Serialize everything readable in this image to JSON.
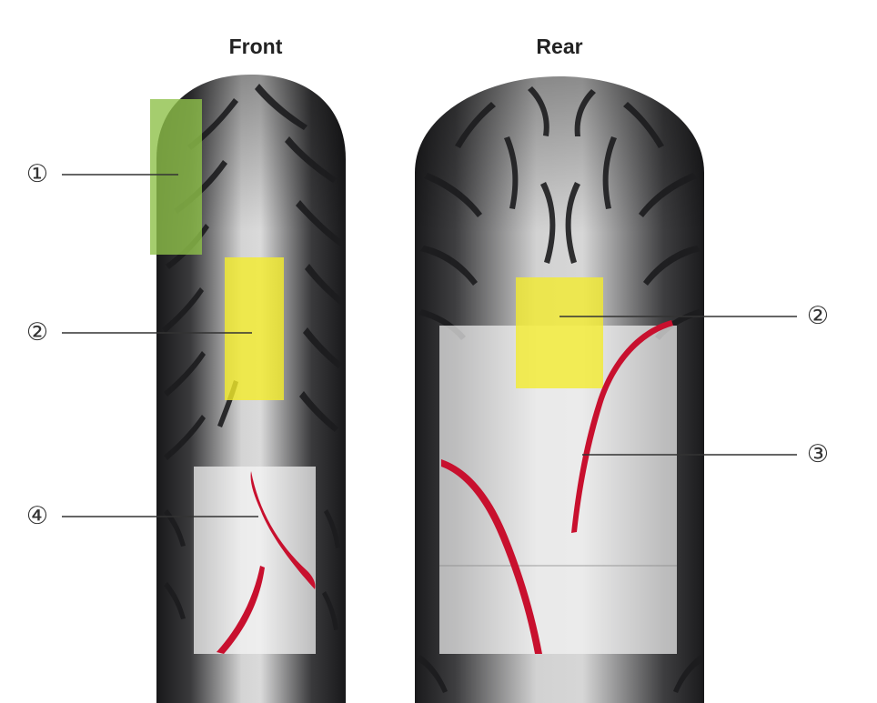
{
  "labels": {
    "front": "Front",
    "rear": "Rear"
  },
  "markers": {
    "m1": "①",
    "m2_front": "②",
    "m2_rear": "②",
    "m3": "③",
    "m4": "④"
  },
  "colors": {
    "tire_dark": "#1f1f21",
    "tire_mid": "#6e6e70",
    "tire_light": "#e2e2e2",
    "highlight_green": "#8fc14a",
    "highlight_yellow": "#f4ec2a",
    "highlight_white": "#f5f5f5",
    "groove_red": "#c8102e",
    "leader_line": "#333333"
  }
}
